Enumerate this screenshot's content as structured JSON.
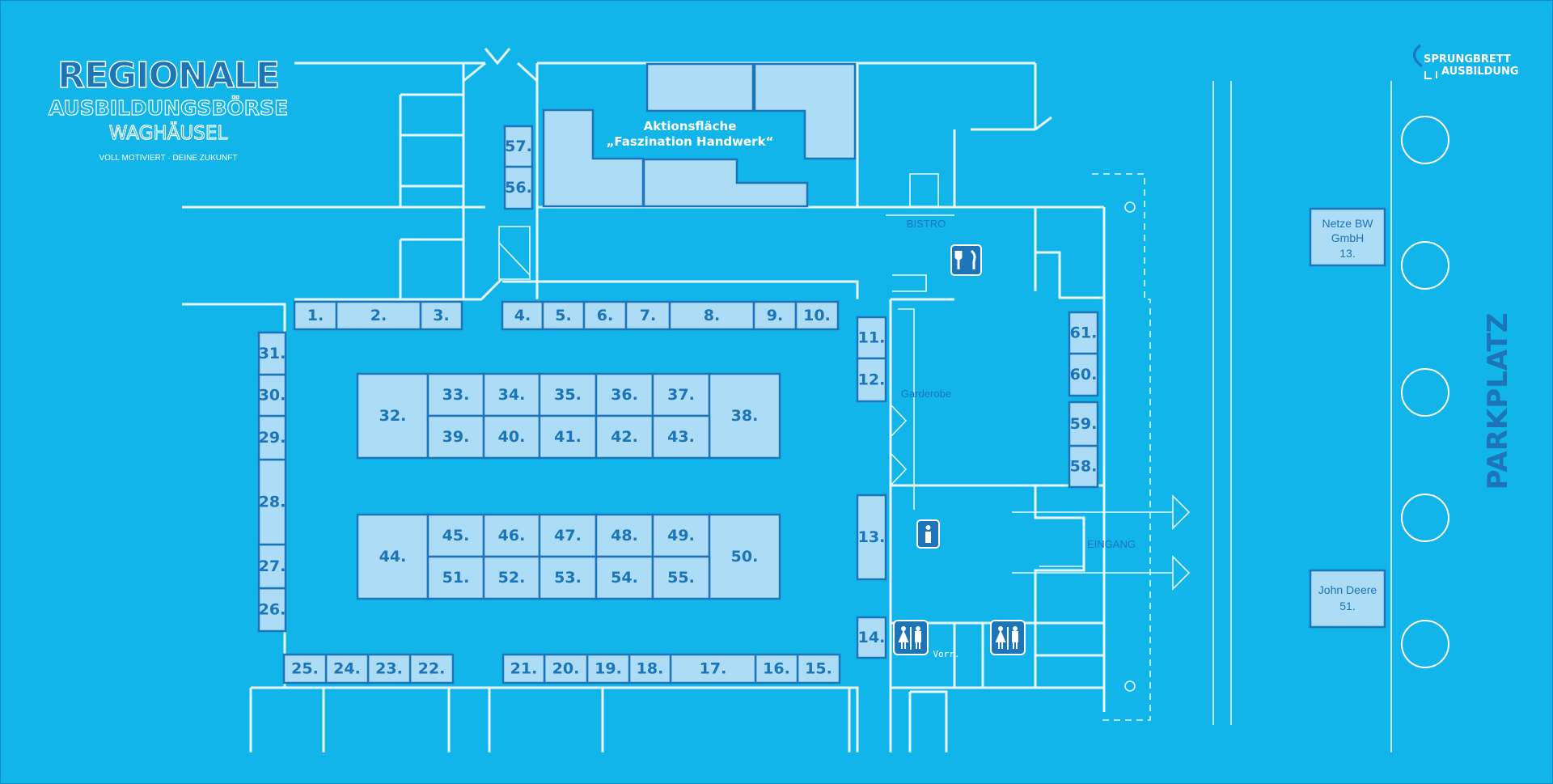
{
  "header": {
    "title_line1": "REGIONALE",
    "title_line2": "AUSBILDUNGSBÖRSE",
    "title_line3": "WAGHÄUSEL",
    "tagline": "VOLL MOTIVIERT · DEINE ZUKUNFT"
  },
  "logo": {
    "line1": "SPRUNGBRETT",
    "line2": "AUSBILDUNG"
  },
  "action_area": {
    "line1": "Aktionsfläche",
    "line2": "„Faszination Handwerk“"
  },
  "rooms": {
    "bistro": "BISTRO",
    "garderobe": "Garderobe",
    "eingang": "EINGANG",
    "vorraum": "Vorr.",
    "parkplatz": "PARKPLATZ"
  },
  "external_booths": [
    {
      "line1": "Netze BW",
      "line2": "GmbH",
      "line3": "13."
    },
    {
      "line1": "John Deere",
      "line2": "51."
    }
  ],
  "icons": [
    "restaurant-icon",
    "info-icon",
    "restroom-icon",
    "restroom-icon"
  ],
  "colors": {
    "background": "#12b5ea",
    "booth_fill": "#acdcf6",
    "booth_text": "#1c74b9",
    "walls": "#e6f6fd"
  },
  "booths": {
    "1": "1.",
    "2": "2.",
    "3": "3.",
    "4": "4.",
    "5": "5.",
    "6": "6.",
    "7": "7.",
    "8": "8.",
    "9": "9.",
    "10": "10.",
    "11": "11.",
    "12": "12.",
    "13": "13.",
    "14": "14.",
    "15": "15.",
    "16": "16.",
    "17": "17.",
    "18": "18.",
    "19": "19.",
    "20": "20.",
    "21": "21.",
    "22": "22.",
    "23": "23.",
    "24": "24.",
    "25": "25.",
    "26": "26.",
    "27": "27.",
    "28": "28.",
    "29": "29.",
    "30": "30.",
    "31": "31.",
    "32": "32.",
    "33": "33.",
    "34": "34.",
    "35": "35.",
    "36": "36.",
    "37": "37.",
    "38": "38.",
    "39": "39.",
    "40": "40.",
    "41": "41.",
    "42": "42.",
    "43": "43.",
    "44": "44.",
    "45": "45.",
    "46": "46.",
    "47": "47.",
    "48": "48.",
    "49": "49.",
    "50": "50.",
    "51": "51.",
    "52": "52.",
    "53": "53.",
    "54": "54.",
    "55": "55.",
    "56": "56.",
    "57": "57.",
    "58": "58.",
    "59": "59.",
    "60": "60.",
    "61": "61."
  }
}
